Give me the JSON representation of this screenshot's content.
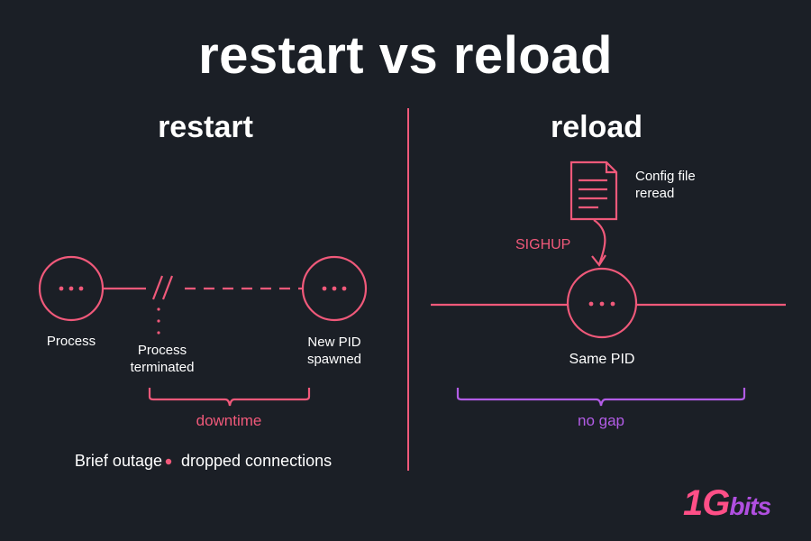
{
  "title": "restart vs reload",
  "restart": {
    "heading": "restart",
    "process_label": "Process",
    "terminated_label": "Process\nterminated",
    "new_pid_label": "New PID\nspawned",
    "downtime_label": "downtime",
    "footer_left": "Brief outage",
    "footer_right": "dropped connections"
  },
  "reload": {
    "heading": "reload",
    "config_label": "Config file\nreread",
    "signal_label": "SIGHUP",
    "same_pid_label": "Same PID",
    "no_gap_label": "no gap"
  },
  "logo": {
    "number": "1G",
    "text": "bits"
  },
  "colors": {
    "accent_pink": "#f0597a",
    "accent_purple": "#b25ce6",
    "background": "#1b1f26"
  }
}
